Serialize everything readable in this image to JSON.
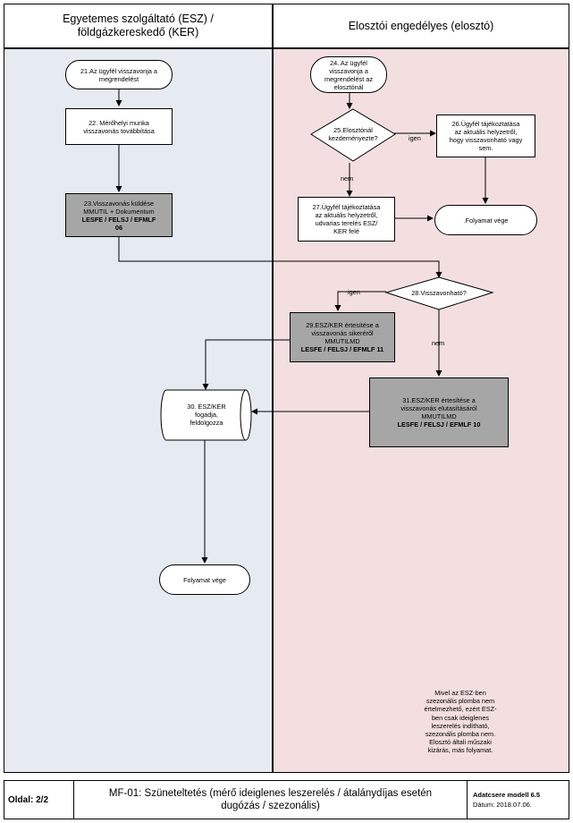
{
  "header": {
    "left": "Egyetemes szolgáltató (ESZ) /\nföldgázkereskedő (KER)",
    "right": "Elosztói engedélyes (elosztó)"
  },
  "nodes": {
    "n21": "21.Az ügyfél visszavonja a\nmegrendelést",
    "n22": "22. Mérőhelyi munka\nvisszavonás továbbítása",
    "n23_text": "23.Visszavonás küldése\nMMUTIL + Dokumentum",
    "n23_bold": "LESFE / FELSJ / EFMLF\n06",
    "n24": "24. Az ügyfél\nvisszavonja a\nmegrendelést az\nelosztónál",
    "n25": "25.Elosztónál\nkezdeményezte?",
    "n26": "26.Ügyfél tájékoztatása\naz aktuális helyzetről,\nhogy visszavonható vagy\nsem.",
    "n27": "27.Ügyfél tájékoztatása\naz aktuális helyzetről,\nudvarias terelés  ESZ/\nKER felé",
    "end1": ".Folyamat vége",
    "n28": "28.Visszavonható?",
    "n29_text": "29.ESZ/KER értesítése a\nvisszavonás sikeréről\nMMUTILMD",
    "n29_bold": "LESFE / FELSJ / EFMLF 11",
    "n31_text": "31.ESZ/KER értesítése a\nvisszavonás elutasításáról\nMMUTILMD",
    "n31_bold": "LESFE / FELSJ / EFMLF 10",
    "n30": "30. ESZ/KER\nfogadja,\nfeldolgozza",
    "end2": "Folyamat vége"
  },
  "labels": {
    "igen1": "igen",
    "nem1": "nem",
    "igen2": "igen",
    "nem2": "nem"
  },
  "note": "Mivel az ESZ-ben\nszezonális plomba nem\nértelmezhető, ezért ESZ-\nben csak ideiglenes\nleszerelés indítható,\nszezonális plomba nem.\nElosztó általi műszaki\nkizárás, más folyamat.",
  "footer": {
    "page": "Oldal: 2/2",
    "title": "MF-01: Szüneteltetés (mérő ideiglenes leszerelés / átalánydíjas esetén\ndugózás / szezonális)",
    "model": "Adatcsere modell 6.5",
    "date": "Dátum:  2018.07.06."
  },
  "colors": {
    "lane_left": "#e6ebf2",
    "lane_right": "#f3dfdf",
    "dark_box": "#a6a6a6"
  }
}
